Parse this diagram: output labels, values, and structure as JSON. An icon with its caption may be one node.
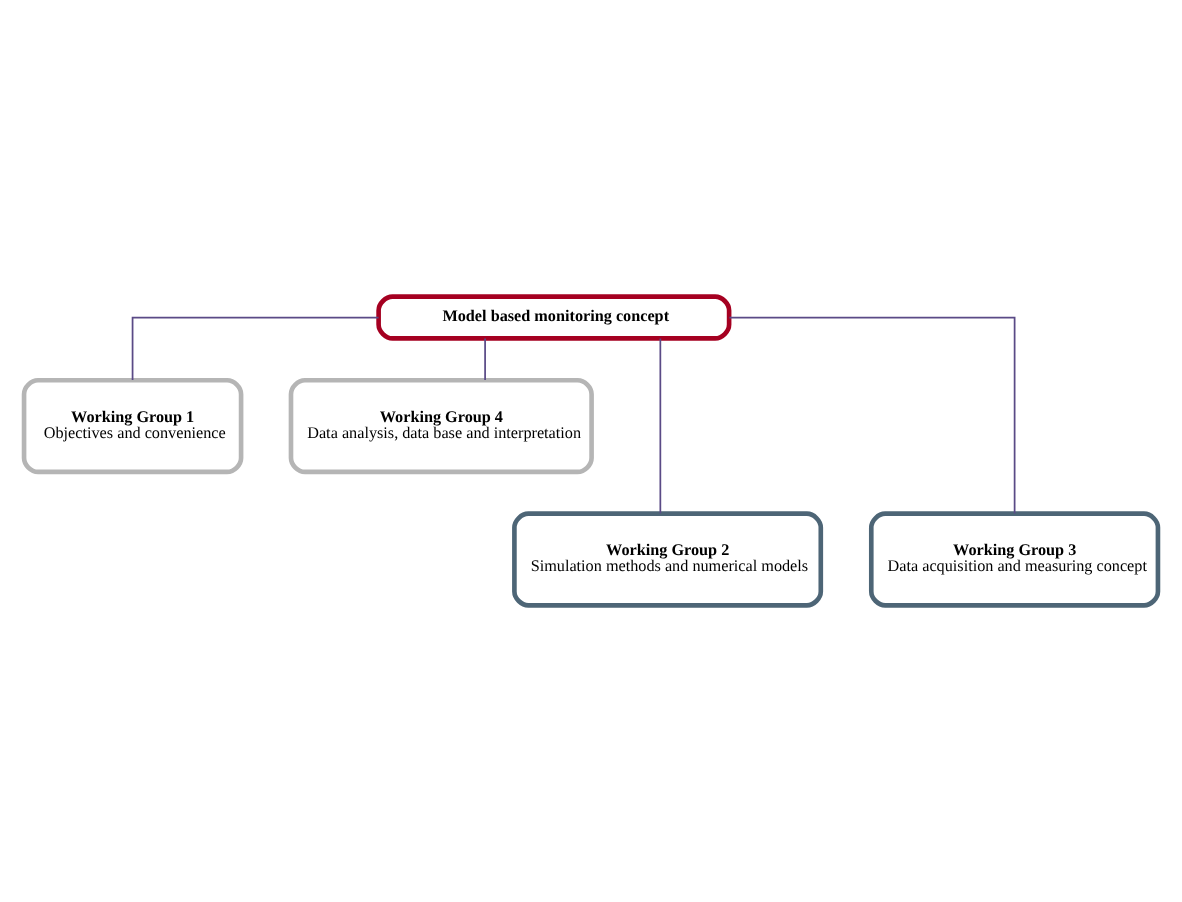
{
  "diagram": {
    "nodes": [
      {
        "text": [
          "Model based monitoring concept"
        ]
      },
      {
        "text": [
          "Working Group 1",
          "Objectives and convenience"
        ]
      },
      {
        "text": [
          "Working Group 4",
          "Data analysis, data base and interpretation"
        ]
      },
      {
        "text": [
          "Working Group 2",
          "Simulation methods and numerical models"
        ]
      },
      {
        "text": [
          "Working Group 3",
          "Data acquisition and measuring concept"
        ]
      }
    ],
    "edges": [
      {
        "from": 0,
        "to": 1,
        "arrow": "none"
      },
      {
        "from": 0,
        "to": 2,
        "arrow": "none"
      },
      {
        "from": 0,
        "to": 3,
        "arrow": "none"
      },
      {
        "from": 0,
        "to": 4,
        "arrow": "none"
      }
    ]
  }
}
